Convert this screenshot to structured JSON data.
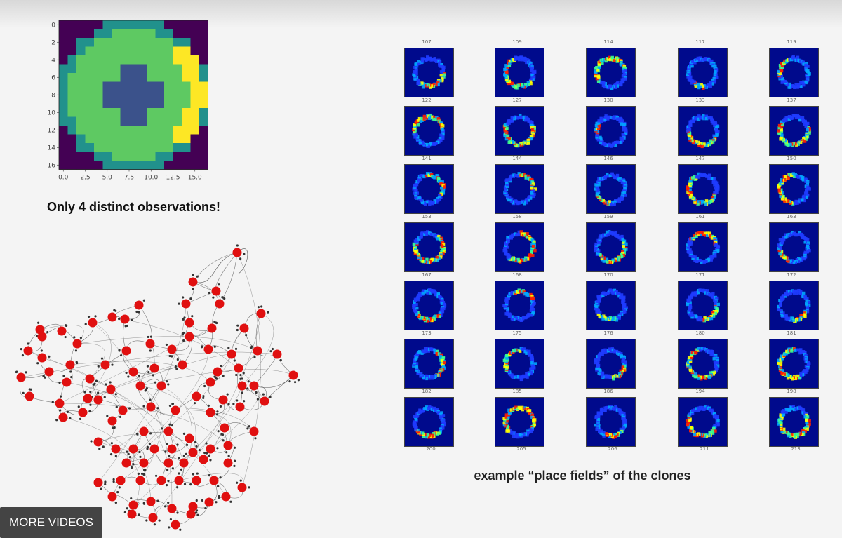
{
  "grid_figure": {
    "y_ticks": [
      "0",
      "2",
      "4",
      "6",
      "8",
      "10",
      "12",
      "14",
      "16"
    ],
    "x_ticks": [
      "0.0",
      "2.5",
      "5.0",
      "7.5",
      "10.0",
      "12.5",
      "15.0"
    ],
    "colors": {
      "outside": "#440154",
      "ring_outer": "#21918c",
      "ring": "#5ec962",
      "center": "#3b528b",
      "marker": "#fde725"
    }
  },
  "caption_left": "Only 4 distinct observations!",
  "place_fields": {
    "top_labels": [
      [
        "107",
        "109",
        "114",
        "117",
        "119"
      ],
      [
        "122",
        "127",
        "130",
        "133",
        "137"
      ],
      [
        "141",
        "144",
        "146",
        "147",
        "150"
      ],
      [
        "153",
        "158",
        "159",
        "161",
        "163"
      ],
      [
        "167",
        "168",
        "170",
        "171",
        "172"
      ],
      [
        "173",
        "175",
        "176",
        "180",
        "181"
      ],
      [
        "182",
        "185",
        "186",
        "194",
        "198"
      ]
    ],
    "bottom_labels": [
      "200",
      "205",
      "206",
      "211",
      "213"
    ],
    "colormap": [
      "#000a8c",
      "#1f3cff",
      "#00a6ff",
      "#3cff90",
      "#ffff00",
      "#ff2000"
    ]
  },
  "caption_right": "example “place fields” of the clones",
  "more_videos_button": "MORE VIDEOS",
  "graph": {
    "node_color": "#e01010",
    "edge_color": "#555555"
  }
}
